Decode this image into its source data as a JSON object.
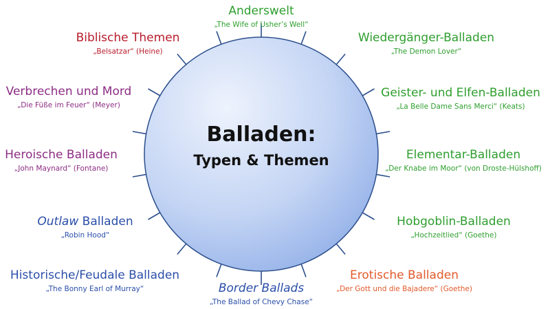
{
  "center": {
    "title": "Balladen:",
    "subtitle": "Typen & Themen"
  },
  "themes": [
    {
      "name": "Anderswelt",
      "example": "„The Wife of Usher’s Well“",
      "color": "#2e9e2e"
    },
    {
      "name": "Wiedergänger-Balladen",
      "example": "„The Demon Lover“",
      "color": "#2e9e2e"
    },
    {
      "name": "Geister- und Elfen-Balladen",
      "example": "„La Belle Dame Sans Merci“ (Keats)",
      "color": "#2e9e2e"
    },
    {
      "name": "Elementar-Balladen",
      "example": "„Der Knabe im Moor“ (von Droste-Hülshoff)",
      "color": "#2e9e2e"
    },
    {
      "name": "Hobgoblin-Balladen",
      "example": "„Hochzeitlied“ (Goethe)",
      "color": "#2e9e2e"
    },
    {
      "name": "Erotische Balladen",
      "example": "„Der Gott und die Bajadere“ (Goethe)",
      "color": "#e2592a"
    },
    {
      "name": "Border Ballads",
      "example": "„The Ballad of Chevy Chase“",
      "color": "#2a4ea8"
    },
    {
      "name": "Historische/Feudale Balladen",
      "example": "„The Bonny Earl of Murray“",
      "color": "#2a4ea8"
    },
    {
      "name_italic": "Outlaw",
      "name_rest": " Balladen",
      "example": "„Robin Hood“",
      "color": "#2a4ea8"
    },
    {
      "name": "Heroische Balladen",
      "example": "„John Maynard“ (Fontane)",
      "color": "#8c2d83"
    },
    {
      "name": "Verbrechen und Mord",
      "example": "„Die Füße im Feuer“ (Meyer)",
      "color": "#8c2d83"
    },
    {
      "name": "Biblische Themen",
      "example": "„Belsatzar“ (Heine)",
      "color": "#b81c2c"
    }
  ],
  "colors": {
    "circle_inner": "#e4ecfb",
    "circle_outer": "#8fb0ea",
    "circle_stroke": "#2c4f8c",
    "spoke": "#2c4f8c"
  }
}
